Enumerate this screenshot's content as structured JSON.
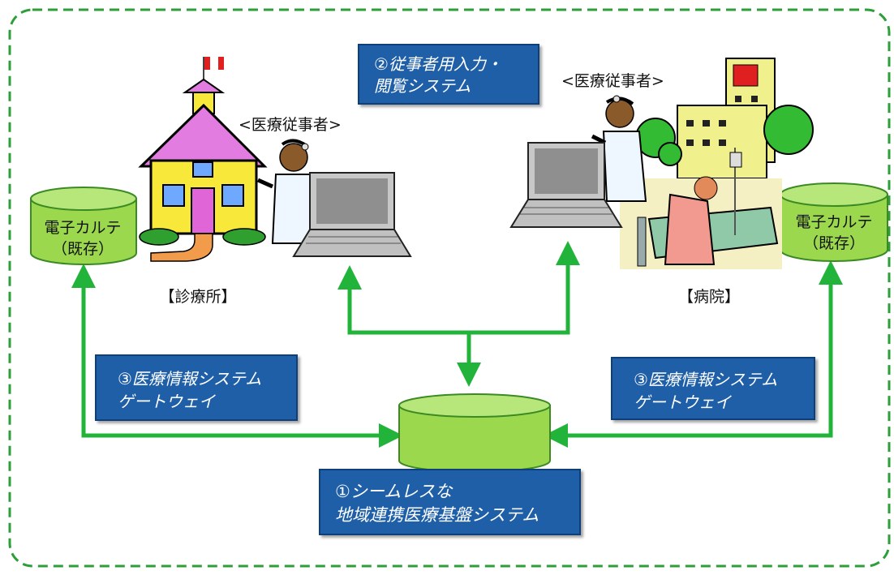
{
  "colors": {
    "border_dash": "#2e9e3a",
    "arrow": "#22b43a",
    "db_fill": "#9cd84e",
    "db_top": "#b7e77a",
    "box_fill": "#1f5fa8",
    "box_text": "#ffffff"
  },
  "boxes": {
    "base_system": {
      "line1": "①シームレスな",
      "line2": "地域連携医療基盤システム"
    },
    "input_system": {
      "line1": "②従事者用入力・",
      "line2": "閲覧システム"
    },
    "gateway_left": {
      "line1": "③医療情報システム",
      "line2": "ゲートウェイ"
    },
    "gateway_right": {
      "line1": "③医療情報システム",
      "line2": "ゲートウェイ"
    }
  },
  "ehr_left": {
    "line1": "電子カルテ",
    "line2": "（既存）"
  },
  "ehr_right": {
    "line1": "電子カルテ",
    "line2": "（既存）"
  },
  "clinic": {
    "label": "【診療所】",
    "staff_label": "<医療従事者>"
  },
  "hospital": {
    "label": "【病院】",
    "staff_label": "<医療従事者>"
  },
  "icons": [
    "clinic-house-icon",
    "doctor-icon",
    "laptop-icon",
    "hospital-building-icon",
    "hospital-bed-icon",
    "database-icon"
  ]
}
